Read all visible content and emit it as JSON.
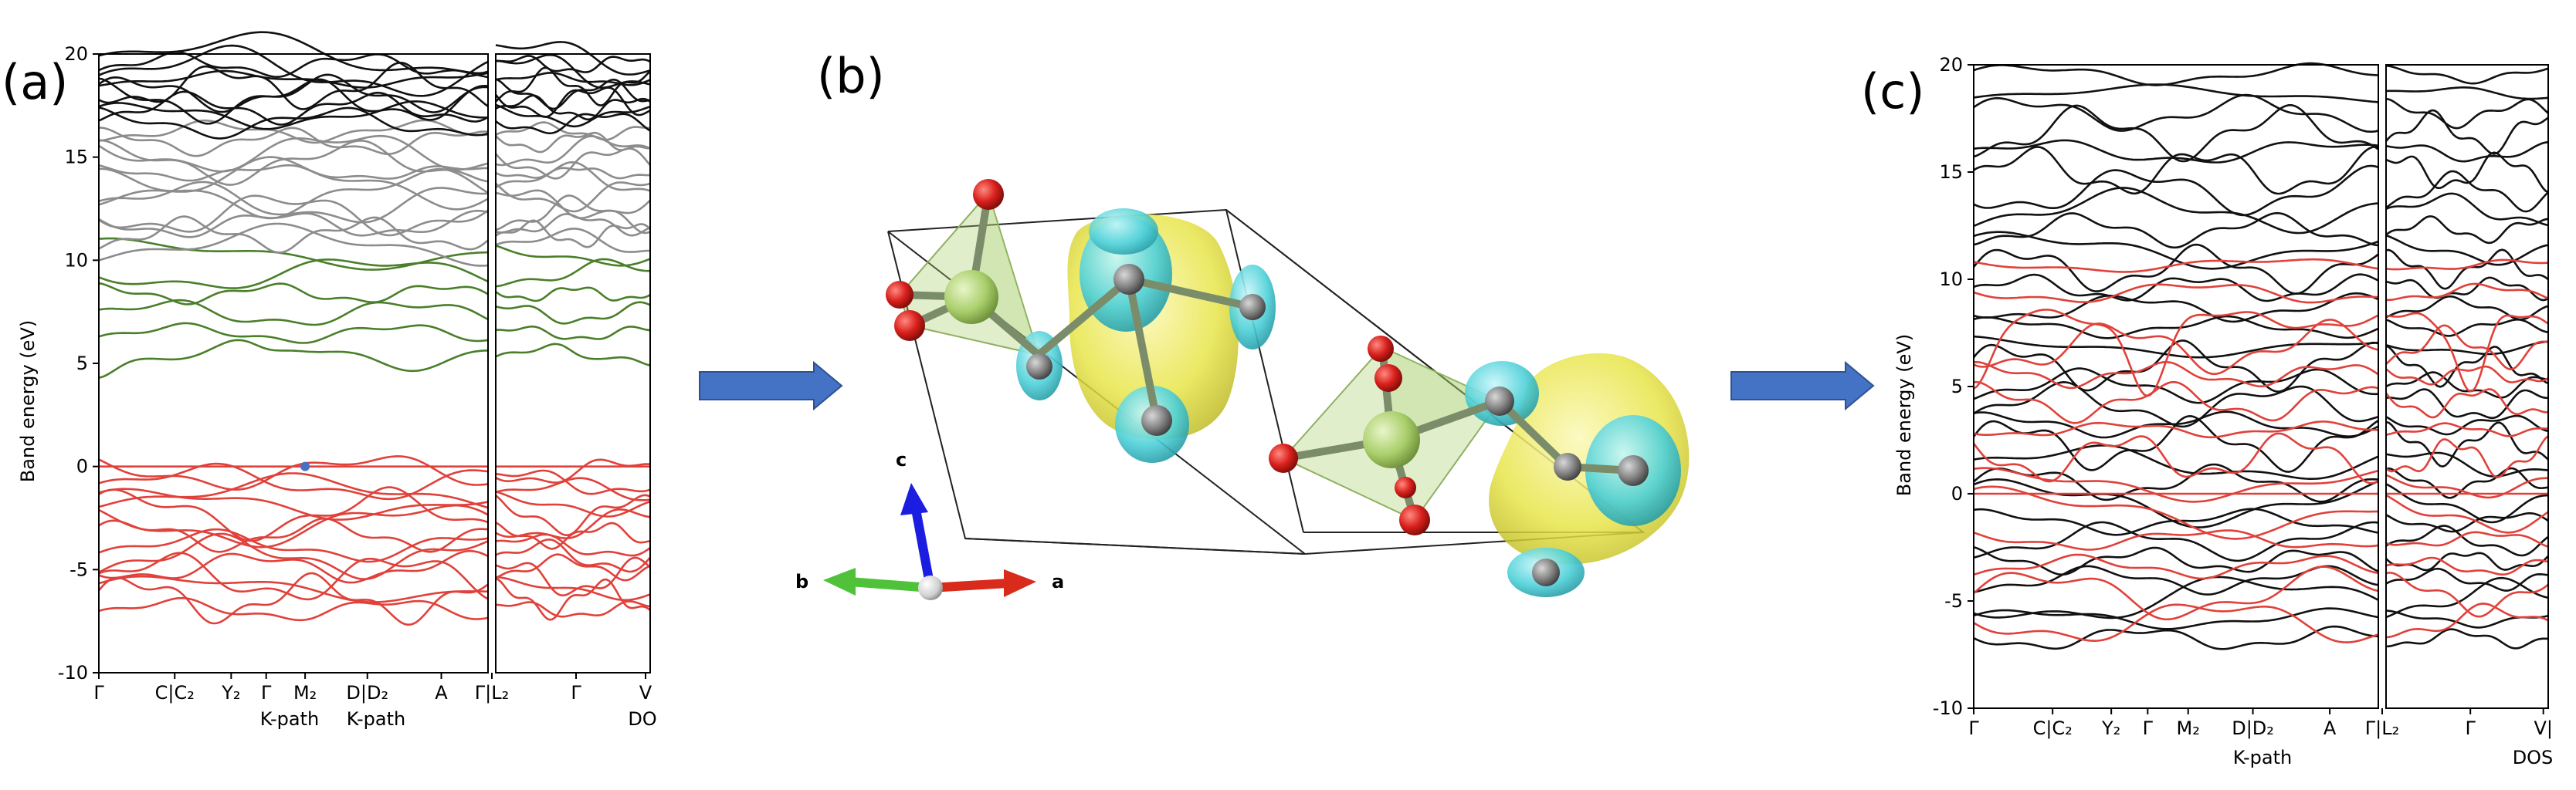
{
  "figure": {
    "panels": [
      {
        "label": "(a)",
        "ylabel": "Band energy (eV)",
        "xlabel_main": "K-path",
        "xlabel_main2": "K-path",
        "xlabel_dos": "DO"
      },
      {
        "label": "(b)"
      },
      {
        "label": "(c)",
        "ylabel": "Band energy (eV)",
        "xlabel_main": "K-path",
        "xlabel_dos": "DOS"
      }
    ],
    "axes3d": {
      "a": "a",
      "b": "b",
      "c": "c"
    },
    "colors": {
      "valence": "#e0413a",
      "conduction_low": "#4a7f2a",
      "conduction_mid": "#8c8c8c",
      "conduction_high": "#111111",
      "arrow": "#4472c4",
      "isosurface_yellow": "#e8e54a",
      "isosurface_cyan": "#4fd1d9",
      "oxygen": "#d9201c",
      "central_atom": "#a9cf6b",
      "axis_a": "#d92b1c",
      "axis_b": "#4fc23a",
      "axis_c": "#1b1ee0"
    }
  },
  "chart_data": [
    {
      "type": "line",
      "panel": "(a)",
      "ylabel": "Band energy (eV)",
      "xlabel": "K-path",
      "ylim": [
        -10,
        20
      ],
      "yticks": [
        -10,
        -5,
        0,
        5,
        10,
        15,
        20
      ],
      "kpath_ticks": [
        "Γ",
        "C|C₂",
        "Y₂",
        "Γ",
        "M₂",
        "D|D₂",
        "A",
        "Γ|L₂",
        "Γ",
        "V"
      ],
      "marker": {
        "x_label": "M₂",
        "y": 0,
        "color": "#4472c4"
      },
      "groups": [
        {
          "color": "#e0413a",
          "range": [
            -7.2,
            0
          ]
        },
        {
          "color": "#4a7f2a",
          "range": [
            5,
            10.8
          ]
        },
        {
          "color": "#8c8c8c",
          "range": [
            10.5,
            16.5
          ]
        },
        {
          "color": "#111111",
          "range": [
            16.5,
            20
          ]
        }
      ],
      "cbm": 5,
      "vbm": 0
    },
    {
      "type": "line",
      "panel": "(c)",
      "ylabel": "Band energy (eV)",
      "xlabel": "K-path",
      "ylim": [
        -10,
        20
      ],
      "yticks": [
        -10,
        -5,
        0,
        5,
        10,
        15,
        20
      ],
      "kpath_ticks": [
        "Γ",
        "C|C₂",
        "Y₂",
        "Γ",
        "M₂",
        "D|D₂",
        "A",
        "Γ|L₂",
        "Γ",
        "V|"
      ],
      "groups": [
        {
          "color": "#111111",
          "range": [
            -7.2,
            20
          ]
        },
        {
          "color": "#e0413a",
          "range": [
            -6.6,
            11.3
          ]
        }
      ],
      "cbm": 5,
      "vbm": 0
    }
  ]
}
